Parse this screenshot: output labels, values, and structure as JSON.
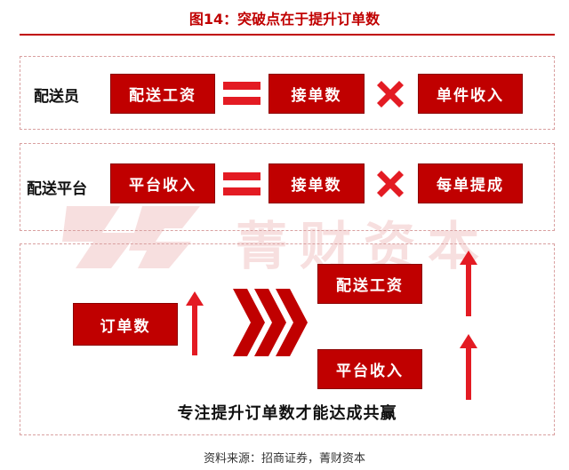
{
  "title": "图14：突破点在于提升订单数",
  "row1": {
    "label": "配送员",
    "box1": "配送工资",
    "box2": "接单数",
    "box3": "单件收入"
  },
  "row2": {
    "label": "配送平台",
    "box1": "平台收入",
    "box2": "接单数",
    "box3": "每单提成"
  },
  "flow": {
    "start": "订单数",
    "out1": "配送工资",
    "out2": "平台收入"
  },
  "summary": "专注提升订单数才能达成共赢",
  "watermark": "菁财资本",
  "source": "资料来源：招商证券，菁财资本",
  "colors": {
    "accent": "#c00000",
    "bright": "#e31b23"
  }
}
